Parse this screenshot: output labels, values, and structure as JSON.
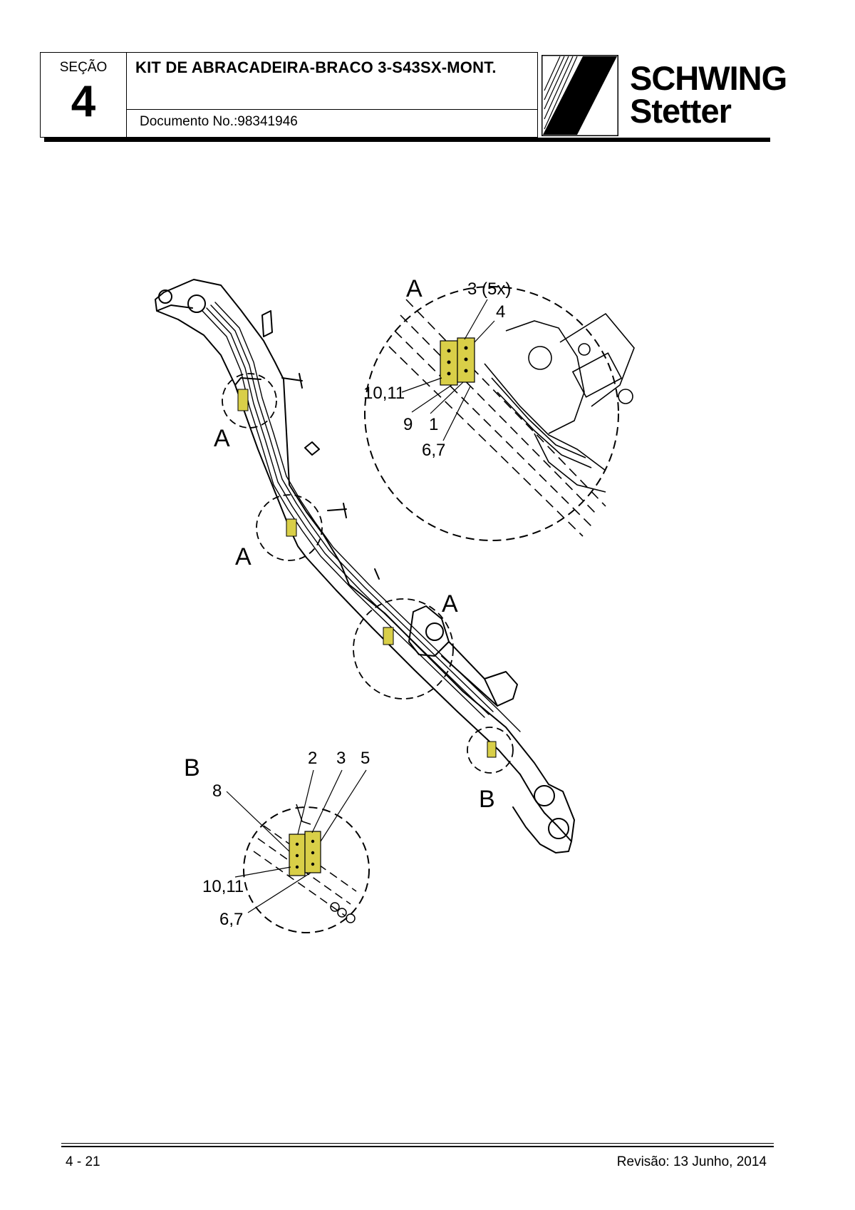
{
  "header": {
    "section_label": "SEÇÃO",
    "section_number": "4",
    "title": "KIT DE ABRACADEIRA-BRACO 3-S43SX-MONT.",
    "document_number": "Documento No.:98341946",
    "brand_line1": "SCHWING",
    "brand_line2": "Stetter"
  },
  "drawing": {
    "labels": {
      "a_main": "A",
      "a_detail_title": "A",
      "a_3": "3 (5x)",
      "a_4": "4",
      "a_10_11": "10,11",
      "a_9": "9",
      "a_1": "1",
      "a_6_7": "6,7",
      "a_mid": "A",
      "a_lower": "A",
      "b_main": "B",
      "b_detail_title": "B",
      "b_2": "2",
      "b_3": "3",
      "b_5": "5",
      "b_8": "8",
      "b_10_11": "10,11",
      "b_6_7": "6,7"
    },
    "colors": {
      "clamp_fill": "#d9cf48",
      "line": "#000000"
    }
  },
  "footer": {
    "page_number": "4 - 21",
    "revision": "Revisão: 13 Junho, 2014"
  }
}
